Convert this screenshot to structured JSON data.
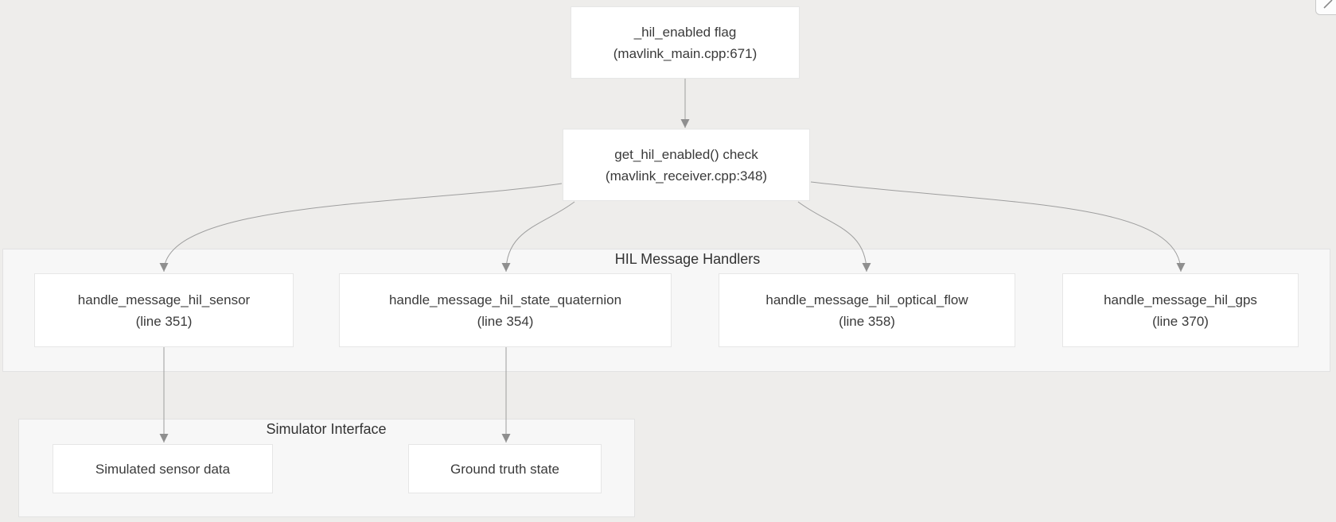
{
  "diagram": {
    "node_hil_enabled": {
      "title": "_hil_enabled flag",
      "subtitle": "(mavlink_main.cpp:671)"
    },
    "node_get_hil_enabled": {
      "title": "get_hil_enabled() check",
      "subtitle": "(mavlink_receiver.cpp:348)"
    },
    "node_handler_sensor": {
      "title": "handle_message_hil_sensor",
      "subtitle": "(line 351)"
    },
    "node_handler_state_quaternion": {
      "title": "handle_message_hil_state_quaternion",
      "subtitle": "(line 354)"
    },
    "node_handler_optical_flow": {
      "title": "handle_message_hil_optical_flow",
      "subtitle": "(line 358)"
    },
    "node_handler_gps": {
      "title": "handle_message_hil_gps",
      "subtitle": "(line 370)"
    },
    "node_sim_sensor": {
      "title": "Simulated sensor data"
    },
    "node_sim_ground_truth": {
      "title": "Ground truth state"
    },
    "cluster_hil_handlers": {
      "label": "HIL Message Handlers"
    },
    "cluster_simulator": {
      "label": "Simulator Interface"
    },
    "edges": [
      {
        "from": "_hil_enabled flag",
        "to": "get_hil_enabled() check"
      },
      {
        "from": "get_hil_enabled() check",
        "to": "handle_message_hil_sensor"
      },
      {
        "from": "get_hil_enabled() check",
        "to": "handle_message_hil_state_quaternion"
      },
      {
        "from": "get_hil_enabled() check",
        "to": "handle_message_hil_optical_flow"
      },
      {
        "from": "get_hil_enabled() check",
        "to": "handle_message_hil_gps"
      },
      {
        "from": "handle_message_hil_sensor",
        "to": "Simulated sensor data"
      },
      {
        "from": "handle_message_hil_state_quaternion",
        "to": "Ground truth state"
      }
    ],
    "colors": {
      "page_background": "#eeedeb",
      "cluster_fill": "#f7f7f7",
      "cluster_border": "#e2e2e2",
      "node_fill": "#ffffff",
      "node_border": "#e6e6e6",
      "edge": "#999999",
      "text": "#3a3a3a"
    }
  }
}
